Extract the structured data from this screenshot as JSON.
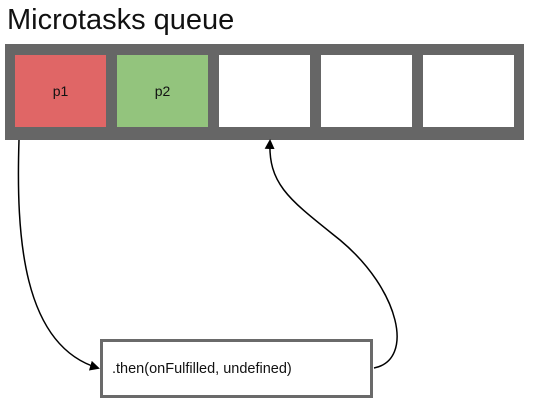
{
  "title": "Microtasks queue",
  "queue": {
    "slots": [
      {
        "label": "p1",
        "fill": "#e06666"
      },
      {
        "label": "p2",
        "fill": "#93c47d"
      },
      {
        "label": "",
        "fill": "#ffffff"
      },
      {
        "label": "",
        "fill": "#ffffff"
      },
      {
        "label": "",
        "fill": "#ffffff"
      }
    ],
    "frame_color": "#666666"
  },
  "then_box": {
    "label": ".then(onFulfilled, undefined)"
  },
  "arrows": [
    {
      "from": "queue-slot-p1",
      "to": "then-box"
    },
    {
      "from": "then-box",
      "to": "queue-slot-3"
    }
  ]
}
